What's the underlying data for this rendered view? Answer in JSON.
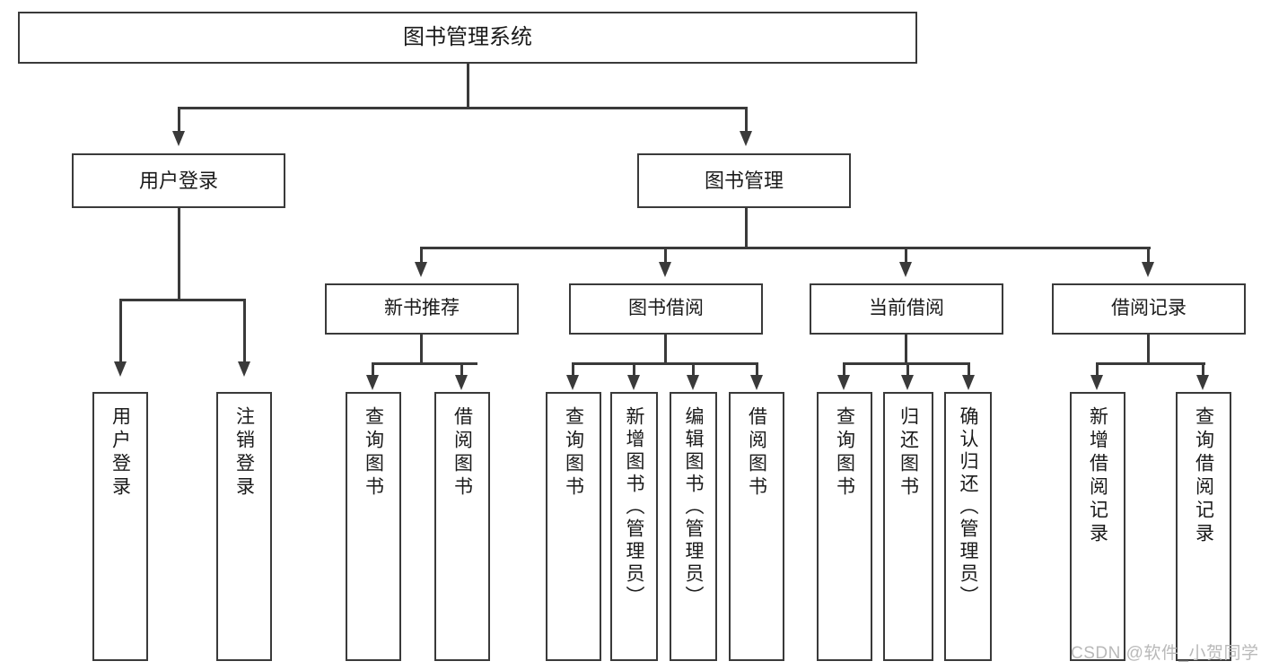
{
  "diagram": {
    "title": "图书管理系统",
    "type": "tree-hierarchy-diagram",
    "colors": {
      "stroke": "#3a3a3a",
      "fill": "#ffffff",
      "text": "#1a1a1a",
      "watermark": "#b9b9b9"
    },
    "levels": {
      "root": "图书管理系统",
      "modules": [
        "用户登录",
        "图书管理"
      ],
      "submodules": [
        "新书推荐",
        "图书借阅",
        "当前借阅",
        "借阅记录"
      ]
    }
  },
  "nodes": {
    "root": {
      "label": "图书管理系统"
    },
    "user_login": {
      "label": "用户登录"
    },
    "book_manage": {
      "label": "图书管理"
    },
    "new_book_rec": {
      "label": "新书推荐"
    },
    "book_borrow": {
      "label": "图书借阅"
    },
    "current_borrow": {
      "label": "当前借阅"
    },
    "borrow_record": {
      "label": "借阅记录"
    },
    "leaf_user_login": {
      "label": "用户登录"
    },
    "leaf_logout": {
      "label": "注销登录"
    },
    "leaf_query_book_a": {
      "label": "查询图书"
    },
    "leaf_borrow_book_a": {
      "label": "借阅图书"
    },
    "leaf_query_book_b": {
      "label": "查询图书"
    },
    "leaf_add_book": {
      "label": "新增图书（管理员）"
    },
    "leaf_edit_book": {
      "label": "编辑图书（管理员）"
    },
    "leaf_borrow_book_b": {
      "label": "借阅图书"
    },
    "leaf_query_book_c": {
      "label": "查询图书"
    },
    "leaf_return_book": {
      "label": "归还图书"
    },
    "leaf_confirm_return": {
      "label": "确认归还（管理员）"
    },
    "leaf_add_record": {
      "label": "新增借阅记录"
    },
    "leaf_query_record": {
      "label": "查询借阅记录"
    }
  },
  "watermark": {
    "text": "CSDN @软件_小贺同学"
  }
}
